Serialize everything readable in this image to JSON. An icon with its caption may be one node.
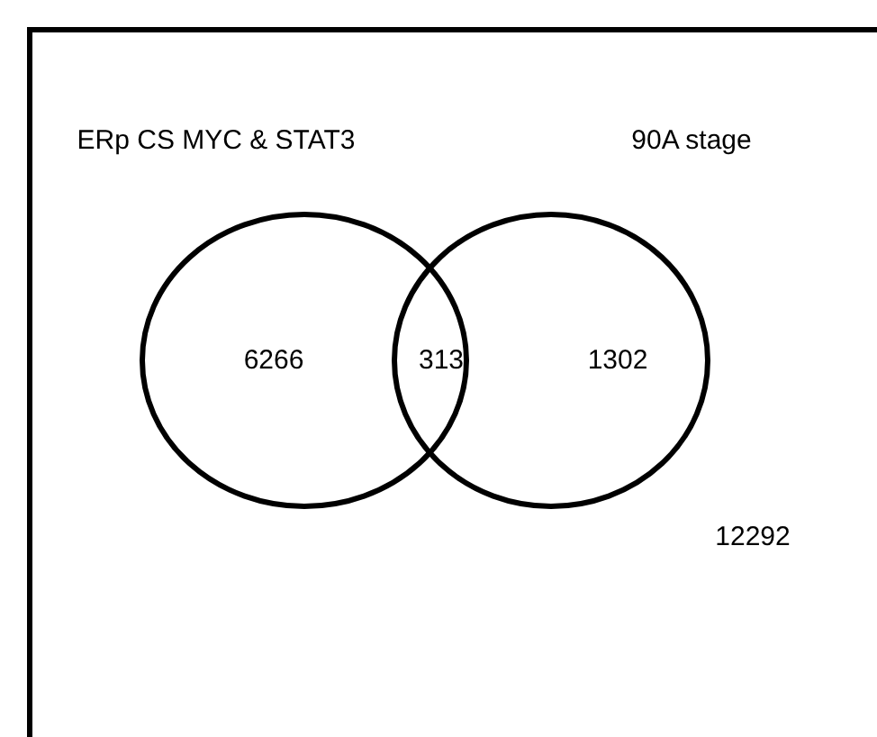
{
  "diagram": {
    "nodes": [
      {
        "text": [
          "ERp CS MYC & STAT3",
          "6266"
        ]
      },
      {
        "text": [
          "90A stage",
          "1302"
        ]
      }
    ],
    "edges": [],
    "labels": [
      "313",
      "12292"
    ]
  }
}
